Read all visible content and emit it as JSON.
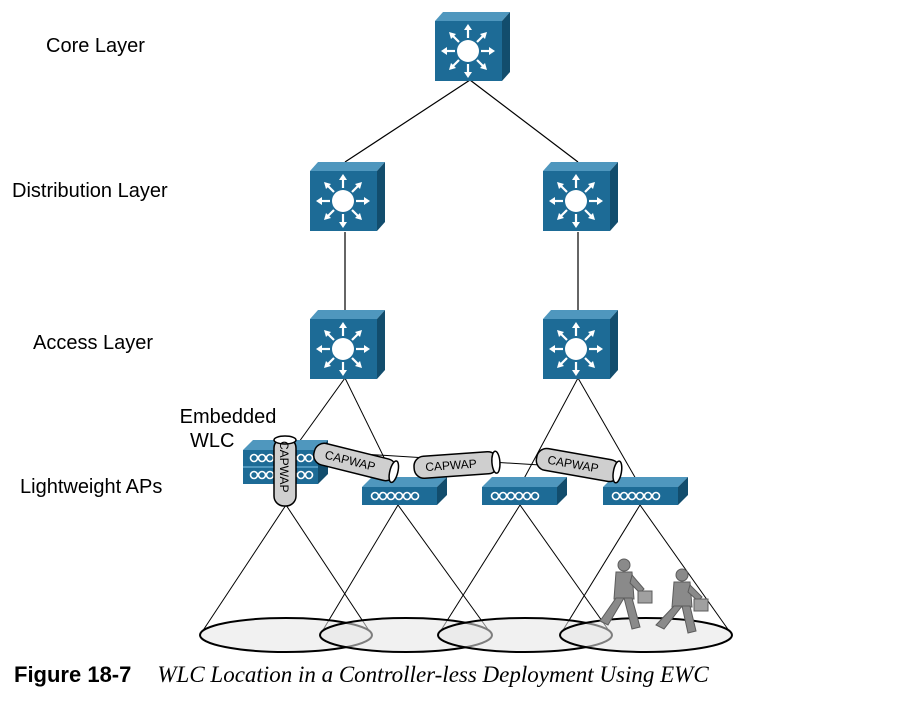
{
  "layers": {
    "core": "Core Layer",
    "distribution": "Distribution Layer",
    "access": "Access Layer",
    "aps": "Lightweight APs"
  },
  "embedded_wlc": {
    "line1": "Embedded",
    "line2": "WLC"
  },
  "tunnels": {
    "vertical": "CAPWAP",
    "t1": "CAPWAP",
    "t2": "CAPWAP",
    "t3": "CAPWAP"
  },
  "caption": {
    "number": "Figure 18-7",
    "title": "WLC Location in a Controller-less Deployment Using EWC"
  },
  "colors": {
    "switch_front": "#1d6b96",
    "switch_top": "#4f97be",
    "switch_side": "#124d6d",
    "tunnel": "#cfcfcf",
    "coverage": "#e6e6e6",
    "person": "#8a8a8a"
  },
  "icons": [
    "multilayer-switch-icon",
    "access-point-icon",
    "capwap-tunnel-icon",
    "person-with-briefcase-icon"
  ]
}
